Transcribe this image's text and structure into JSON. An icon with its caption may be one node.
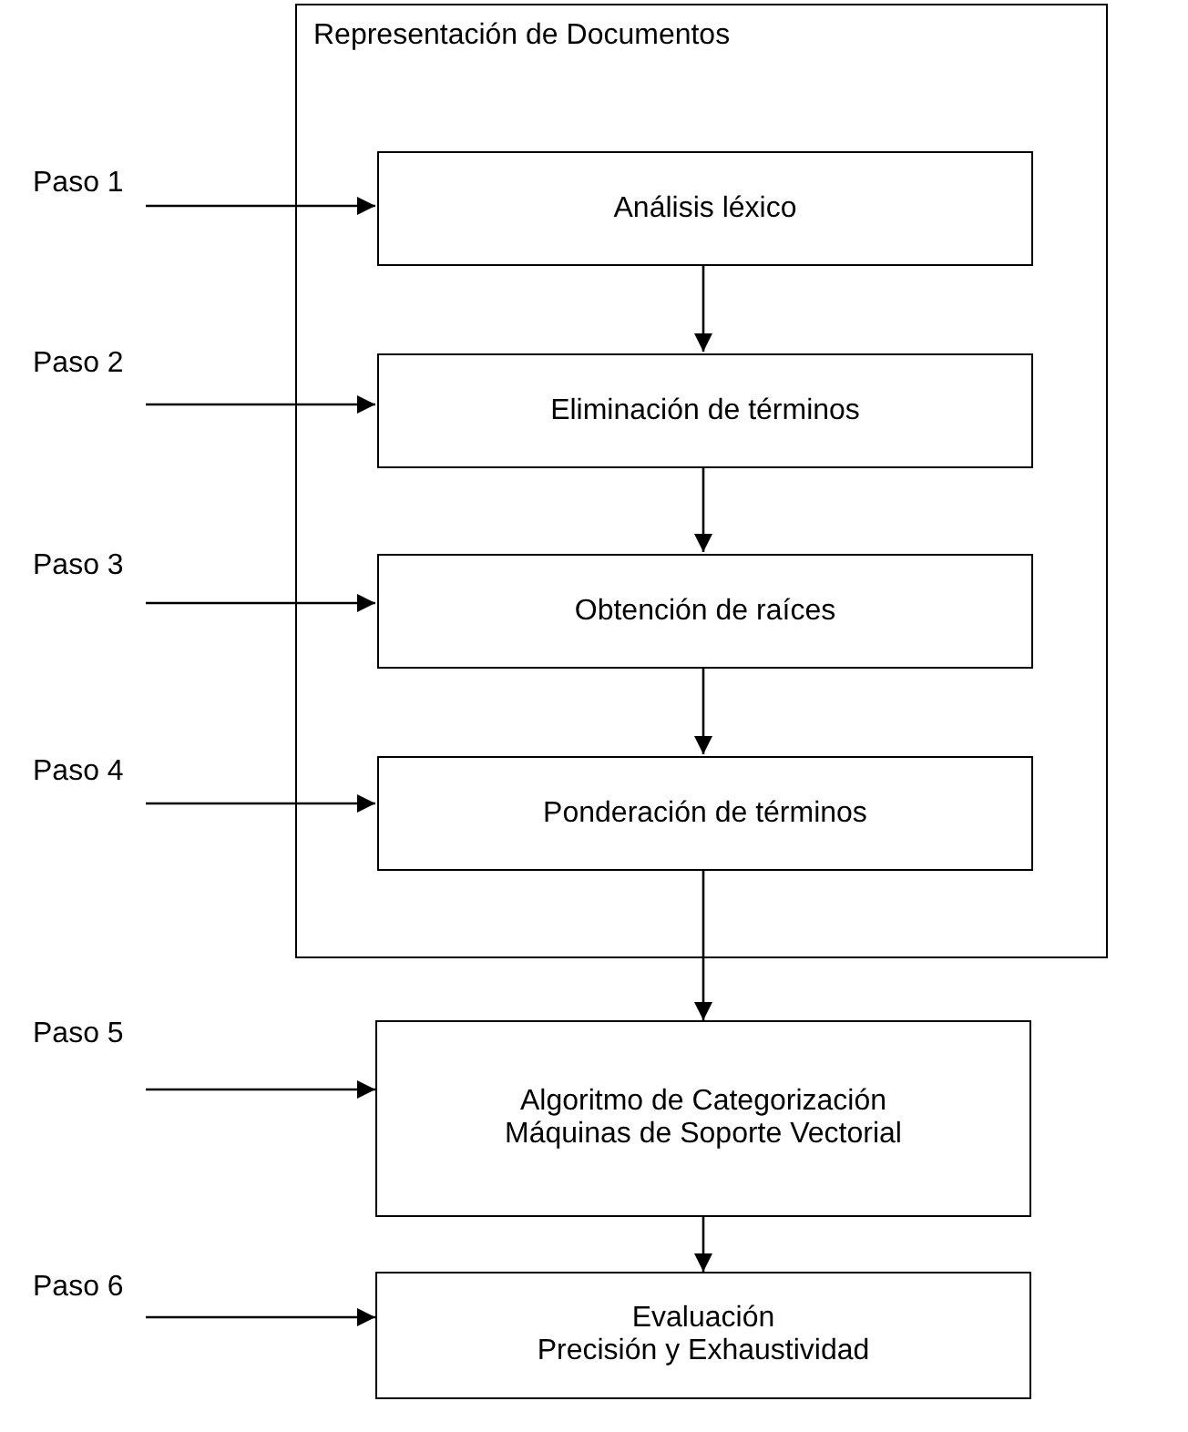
{
  "diagram": {
    "nodes": [
      {
        "text": [
          "Representación de Documentos"
        ]
      },
      {
        "text": [
          "Análisis léxico"
        ],
        "in": 0
      },
      {
        "text": [
          "Eliminación de términos"
        ],
        "in": 0
      },
      {
        "text": [
          "Obtención de raíces"
        ],
        "in": 0
      },
      {
        "text": [
          "Ponderación de términos"
        ],
        "in": 0
      },
      {
        "text": [
          "Algoritmo de Categorización",
          "Máquinas de Soporte Vectorial"
        ]
      },
      {
        "text": [
          "Evaluación",
          "Precisión y Exhaustividad"
        ]
      },
      {
        "text": [
          "Paso 1"
        ]
      },
      {
        "text": [
          "Paso 2"
        ]
      },
      {
        "text": [
          "Paso 3"
        ]
      },
      {
        "text": [
          "Paso 4"
        ]
      },
      {
        "text": [
          "Paso 5"
        ]
      },
      {
        "text": [
          "Paso 6"
        ]
      }
    ],
    "edges": [
      {
        "from": 1,
        "to": 2,
        "arrow": "to"
      },
      {
        "from": 2,
        "to": 3,
        "arrow": "to"
      },
      {
        "from": 3,
        "to": 4,
        "arrow": "to"
      },
      {
        "from": 4,
        "to": 5,
        "arrow": "to"
      },
      {
        "from": 5,
        "to": 6,
        "arrow": "to"
      },
      {
        "from": 7,
        "to": 1,
        "arrow": "to"
      },
      {
        "from": 8,
        "to": 2,
        "arrow": "to"
      },
      {
        "from": 9,
        "to": 3,
        "arrow": "to"
      },
      {
        "from": 10,
        "to": 4,
        "arrow": "to"
      },
      {
        "from": 11,
        "to": 5,
        "arrow": "to"
      },
      {
        "from": 12,
        "to": 6,
        "arrow": "to"
      }
    ]
  }
}
